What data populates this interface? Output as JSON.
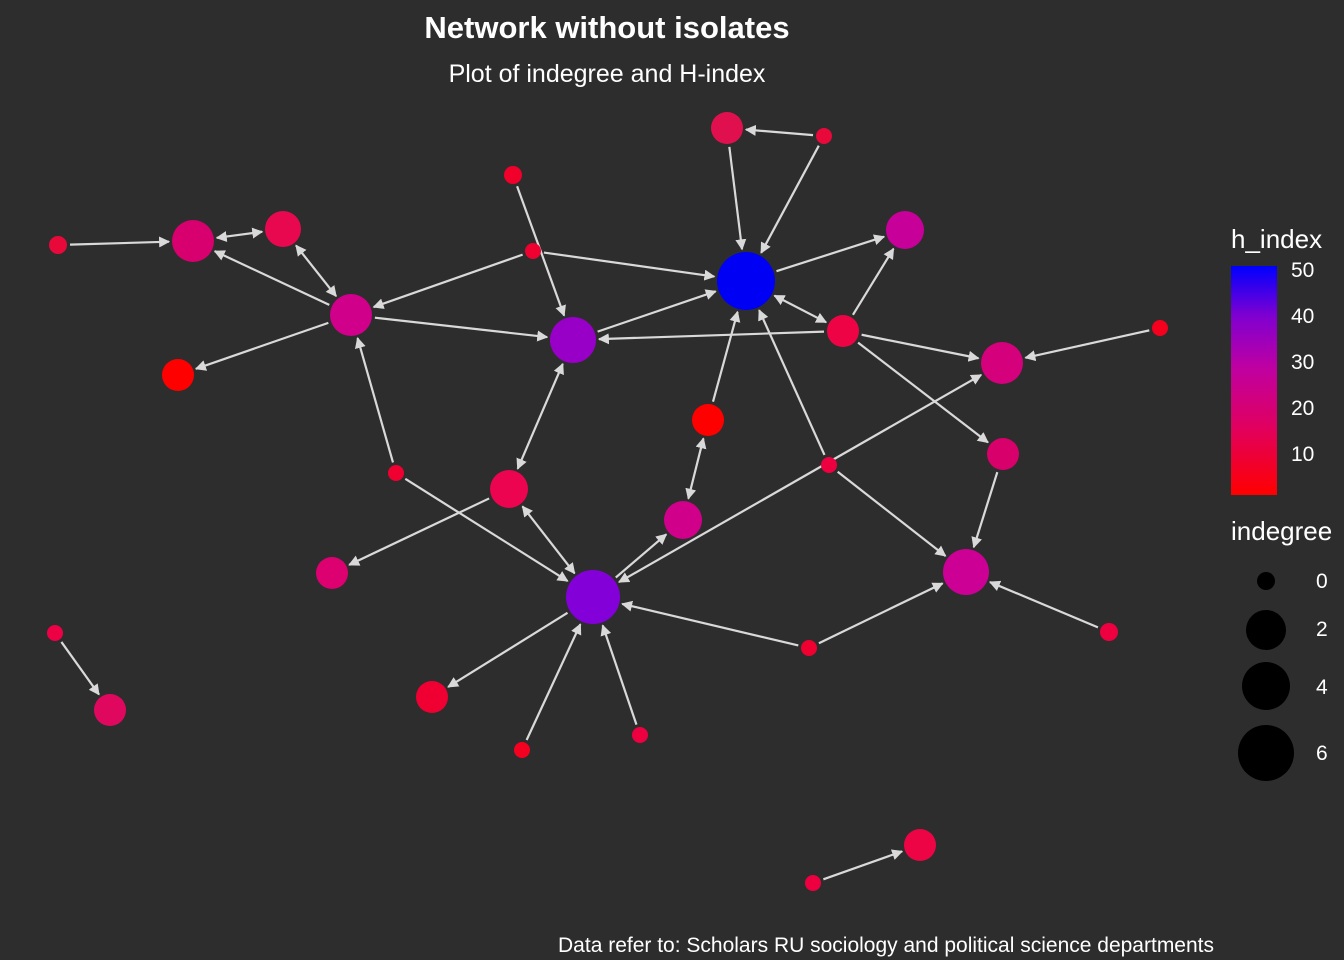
{
  "title": "Network without isolates",
  "subtitle": "Plot of indegree and H-index",
  "caption": "Data refer to: Scholars RU sociology and political science departments",
  "legend": {
    "color_title": "h_index",
    "color_ticks": [
      "50",
      "40",
      "30",
      "20",
      "10"
    ],
    "size_title": "indegree",
    "size_ticks": [
      "0",
      "2",
      "4",
      "6"
    ]
  },
  "colors": {
    "background": "#2d2d2d",
    "edge": "#d9d9d9",
    "low": "#ff0000",
    "high": "#0000ff"
  }
}
